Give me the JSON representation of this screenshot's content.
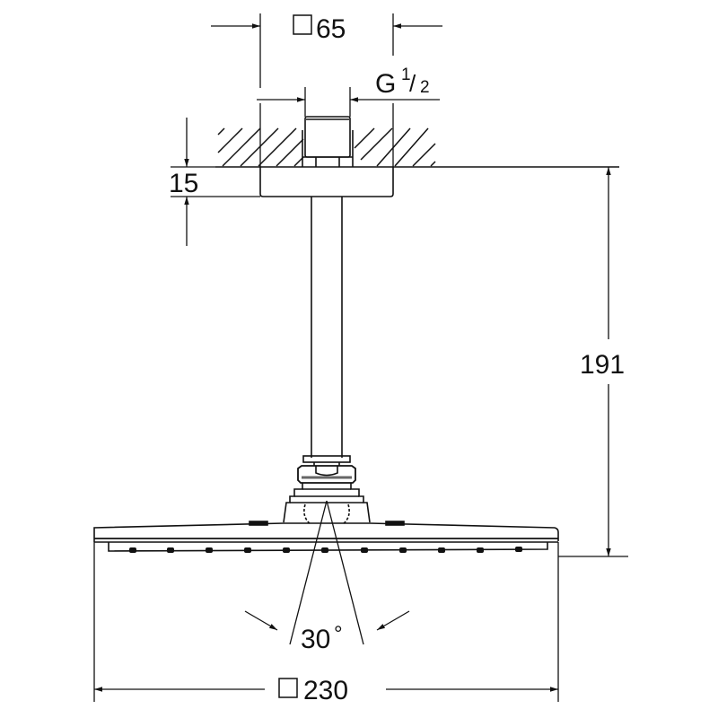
{
  "drawing": {
    "subject": "ceiling-mounted square rain shower head",
    "line_color": "#111111",
    "background": "#ffffff"
  },
  "dimensions": {
    "top_width": {
      "symbol": "□",
      "value": "65"
    },
    "thread": {
      "prefix": "G",
      "num": "1",
      "den": "2"
    },
    "flange_height": {
      "value": "15"
    },
    "total_height": {
      "value": "191"
    },
    "spray_angle": {
      "value": "30",
      "unit": "°"
    },
    "head_width": {
      "symbol": "□",
      "value": "230"
    }
  }
}
